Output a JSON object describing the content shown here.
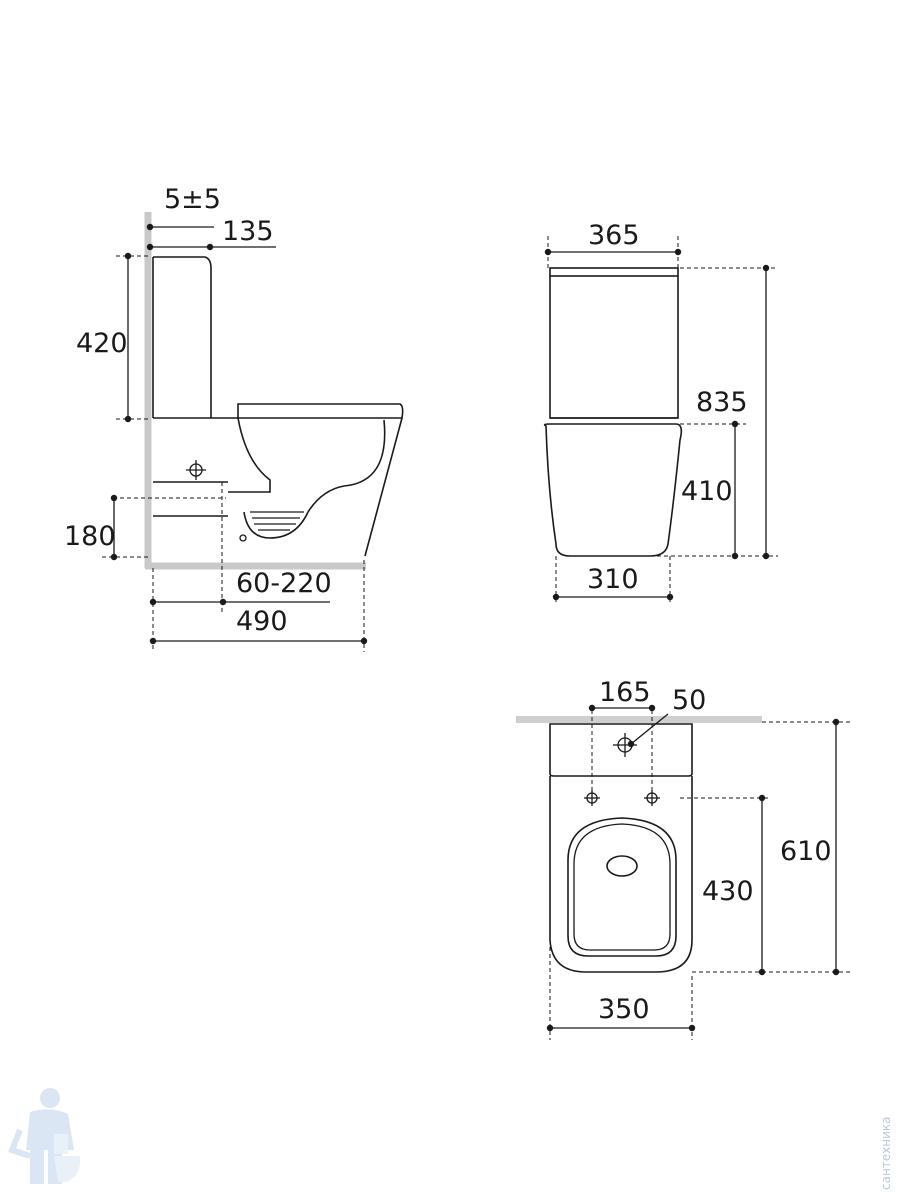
{
  "side_view": {
    "label_gap": "5±5",
    "label_tank_depth": "135",
    "label_tank_height": "420",
    "label_outlet_height": "180",
    "label_outlet_offset": "60-220",
    "label_depth": "490"
  },
  "front_view": {
    "label_tank_width": "365",
    "label_total_height": "835",
    "label_seat_height": "410",
    "label_base_width": "310"
  },
  "top_view": {
    "label_mount_spacing": "165",
    "label_inlet": "50",
    "label_total_length": "610",
    "label_bowl_length": "430",
    "label_width": "350"
  },
  "watermark": {
    "text": "сантехника"
  }
}
